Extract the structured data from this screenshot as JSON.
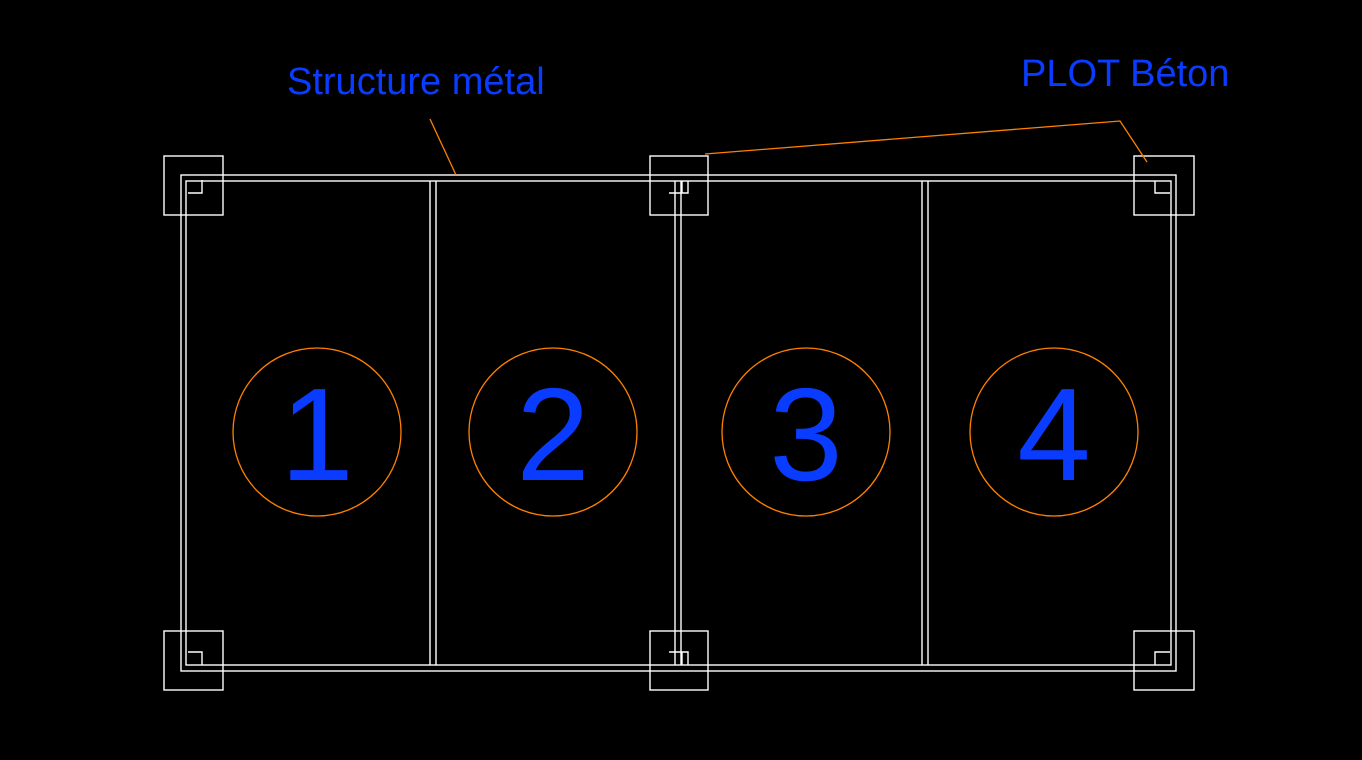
{
  "annotations": {
    "structure_label": "Structure métal",
    "plot_label": "PLOT Béton"
  },
  "bays": [
    {
      "number": "1"
    },
    {
      "number": "2"
    },
    {
      "number": "3"
    },
    {
      "number": "4"
    }
  ],
  "colors": {
    "background": "#000000",
    "structure_lines": "#ffffff",
    "leader_lines": "#ff8000",
    "text": "#0a3cff",
    "bay_circles": "#ff8000"
  }
}
